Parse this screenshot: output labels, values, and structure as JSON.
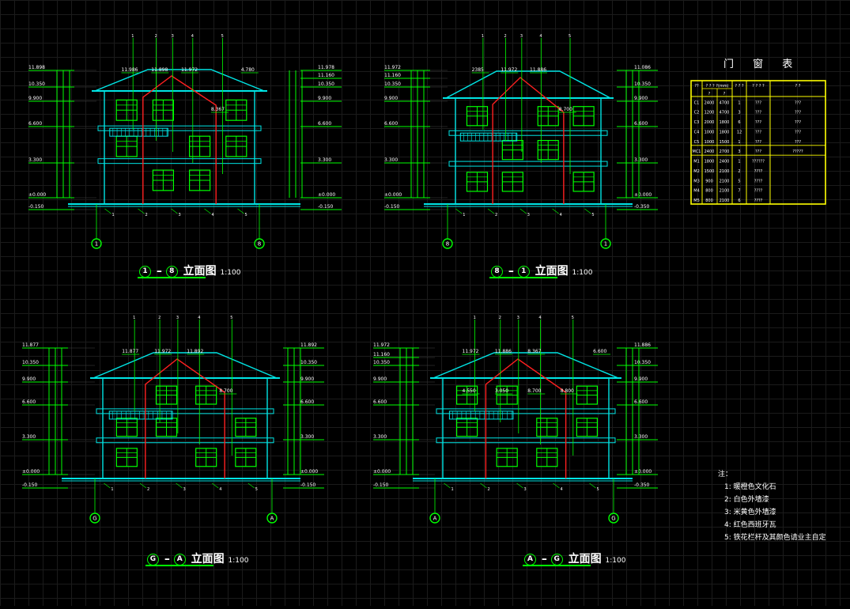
{
  "elevations": [
    {
      "name": "1-8",
      "from": "1",
      "to": "8",
      "label": "立面图",
      "scale": "1:100",
      "left_levels": [
        "11.898",
        "10.350",
        "9.900",
        "6.600",
        "3.300",
        "±0.000",
        "-0.150"
      ],
      "right_levels": [
        "11.978",
        "11.160",
        "10.350",
        "9.900",
        "6.600",
        "3.300",
        "±0.000",
        "-0.150"
      ],
      "annotations": [
        "11.986",
        "11.898",
        "11.972",
        "8.367",
        "4.780"
      ]
    },
    {
      "name": "8-1",
      "from": "8",
      "to": "1",
      "label": "立面图",
      "scale": "1:100",
      "left_levels": [
        "11.972",
        "11.160",
        "10.350",
        "9.900",
        "6.600",
        "3.300",
        "±0.000",
        "-0.150"
      ],
      "right_levels": [
        "11.086",
        "10.350",
        "9.900",
        "6.600",
        "3.300",
        "±0.000",
        "-0.350"
      ],
      "annotations": [
        "2385",
        "11.972",
        "11.886",
        "8.700"
      ]
    },
    {
      "name": "G-A",
      "from": "G",
      "to": "A",
      "label": "立面图",
      "scale": "1:100",
      "left_levels": [
        "11.877",
        "10.350",
        "9.900",
        "6.600",
        "3.300",
        "±0.000",
        "-0.150"
      ],
      "right_levels": [
        "11.892",
        "10.350",
        "9.900",
        "6.600",
        "3.300",
        "±0.000",
        "-0.150"
      ],
      "annotations": [
        "11.877",
        "11.972",
        "11.892",
        "8.700"
      ]
    },
    {
      "name": "A-G",
      "from": "A",
      "to": "G",
      "label": "立面图",
      "scale": "1:100",
      "left_levels": [
        "11.972",
        "11.160",
        "10.350",
        "9.900",
        "6.600",
        "3.300",
        "±0.000",
        "-0.150"
      ],
      "right_levels": [
        "11.886",
        "10.350",
        "9.900",
        "6.600",
        "3.300",
        "±0.000",
        "-0.350"
      ],
      "annotations": [
        "11.972",
        "11.886",
        "8.367",
        "8.800",
        "6.600",
        "4.550",
        "3.050",
        "8.700"
      ]
    }
  ],
  "door_window_table": {
    "title": "门 窗 表",
    "headers": [
      "??",
      "? ? ? ?(mm)",
      "? ? ?",
      "? ? ? ?",
      "? ?"
    ],
    "subheaders": [
      "?",
      "?"
    ],
    "rows": [
      [
        "C1",
        "2400",
        "4700",
        "1",
        "???",
        "???"
      ],
      [
        "C2",
        "1200",
        "4700",
        "3",
        "???",
        "???"
      ],
      [
        "C3",
        "2000",
        "1800",
        "6",
        "???",
        "???"
      ],
      [
        "C4",
        "1000",
        "1800",
        "12",
        "???",
        "???"
      ],
      [
        "C5",
        "1000",
        "1500",
        "1",
        "???",
        "???"
      ],
      [
        "MC1",
        "2400",
        "2700",
        "3",
        "???",
        "?????"
      ],
      [
        "M1",
        "1800",
        "2400",
        "1",
        "??????",
        ""
      ],
      [
        "M2",
        "1500",
        "2100",
        "2",
        "????",
        ""
      ],
      [
        "M3",
        "900",
        "2100",
        "5",
        "????",
        ""
      ],
      [
        "M4",
        "800",
        "2100",
        "7",
        "????",
        ""
      ],
      [
        "M5",
        "800",
        "2100",
        "6",
        "????",
        ""
      ]
    ]
  },
  "notes": {
    "title": "注：",
    "items": [
      "1: 暖橙色文化石",
      "2: 白色外墙漆",
      "3: 米黄色外墙漆",
      "4: 红色西班牙瓦",
      "5: 铁花栏杆及其颜色请业主自定"
    ]
  },
  "colors": {
    "background": "#000000",
    "building": "#00e5e5",
    "dimension": "#00ff00",
    "window": "#00ff00",
    "roof_line": "#ff2020",
    "text": "#ffffff",
    "table_border": "#ffff00"
  }
}
